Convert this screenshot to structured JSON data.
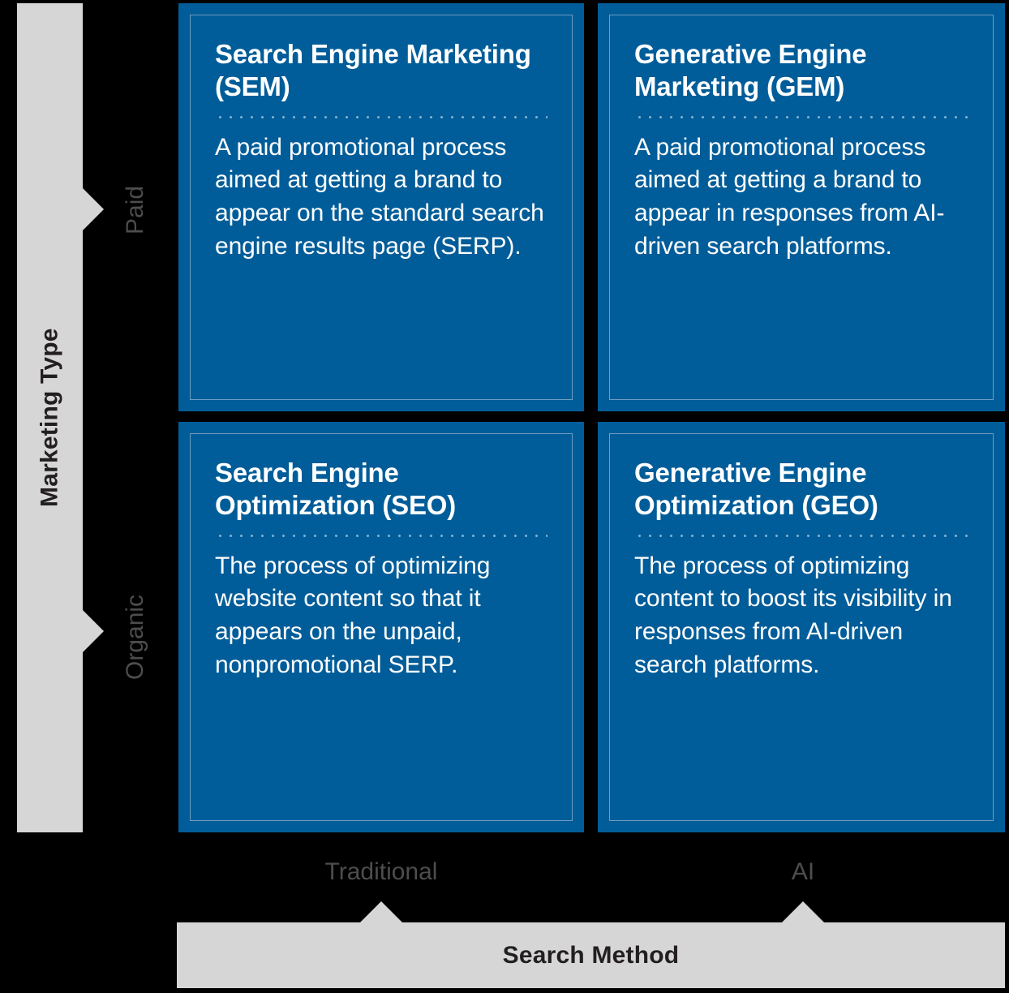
{
  "colors": {
    "background": "#000000",
    "quadrant_blue": "#015d99",
    "quadrant_inner_border": "#6d9cc0",
    "axis_gray": "#d6d6d6",
    "axis_label_text": "#231f20",
    "axis_tick_text": "#4d4d4d",
    "quadrant_text": "#ffffff",
    "divider_dots": "#7fb0d0"
  },
  "axes": {
    "y": {
      "label": "Marketing Type",
      "ticks": [
        {
          "key": "paid",
          "label": "Paid"
        },
        {
          "key": "organic",
          "label": "Organic"
        }
      ]
    },
    "x": {
      "label": "Search Method",
      "ticks": [
        {
          "key": "traditional",
          "label": "Traditional"
        },
        {
          "key": "ai",
          "label": "AI"
        }
      ]
    }
  },
  "quadrants": [
    {
      "key": "sem",
      "row": "Paid",
      "column": "Traditional",
      "title": "Search Engine Marketing (SEM)",
      "body": "A paid promotional process aimed at getting a brand to appear on the standard search engine results page (SERP)."
    },
    {
      "key": "gem",
      "row": "Paid",
      "column": "AI",
      "title": "Generative Engine Marketing (GEM)",
      "body": "A paid promotional process aimed at getting a brand to appear in responses from AI-driven search platforms."
    },
    {
      "key": "seo",
      "row": "Organic",
      "column": "Traditional",
      "title": "Search Engine Optimization (SEO)",
      "body": "The process of optimizing website content so that it appears on the unpaid, nonpromotional SERP."
    },
    {
      "key": "geo",
      "row": "Organic",
      "column": "AI",
      "title": "Generative Engine Optimization (GEO)",
      "body": "The process of optimizing content to boost its visibility in responses from AI-driven search platforms."
    }
  ]
}
